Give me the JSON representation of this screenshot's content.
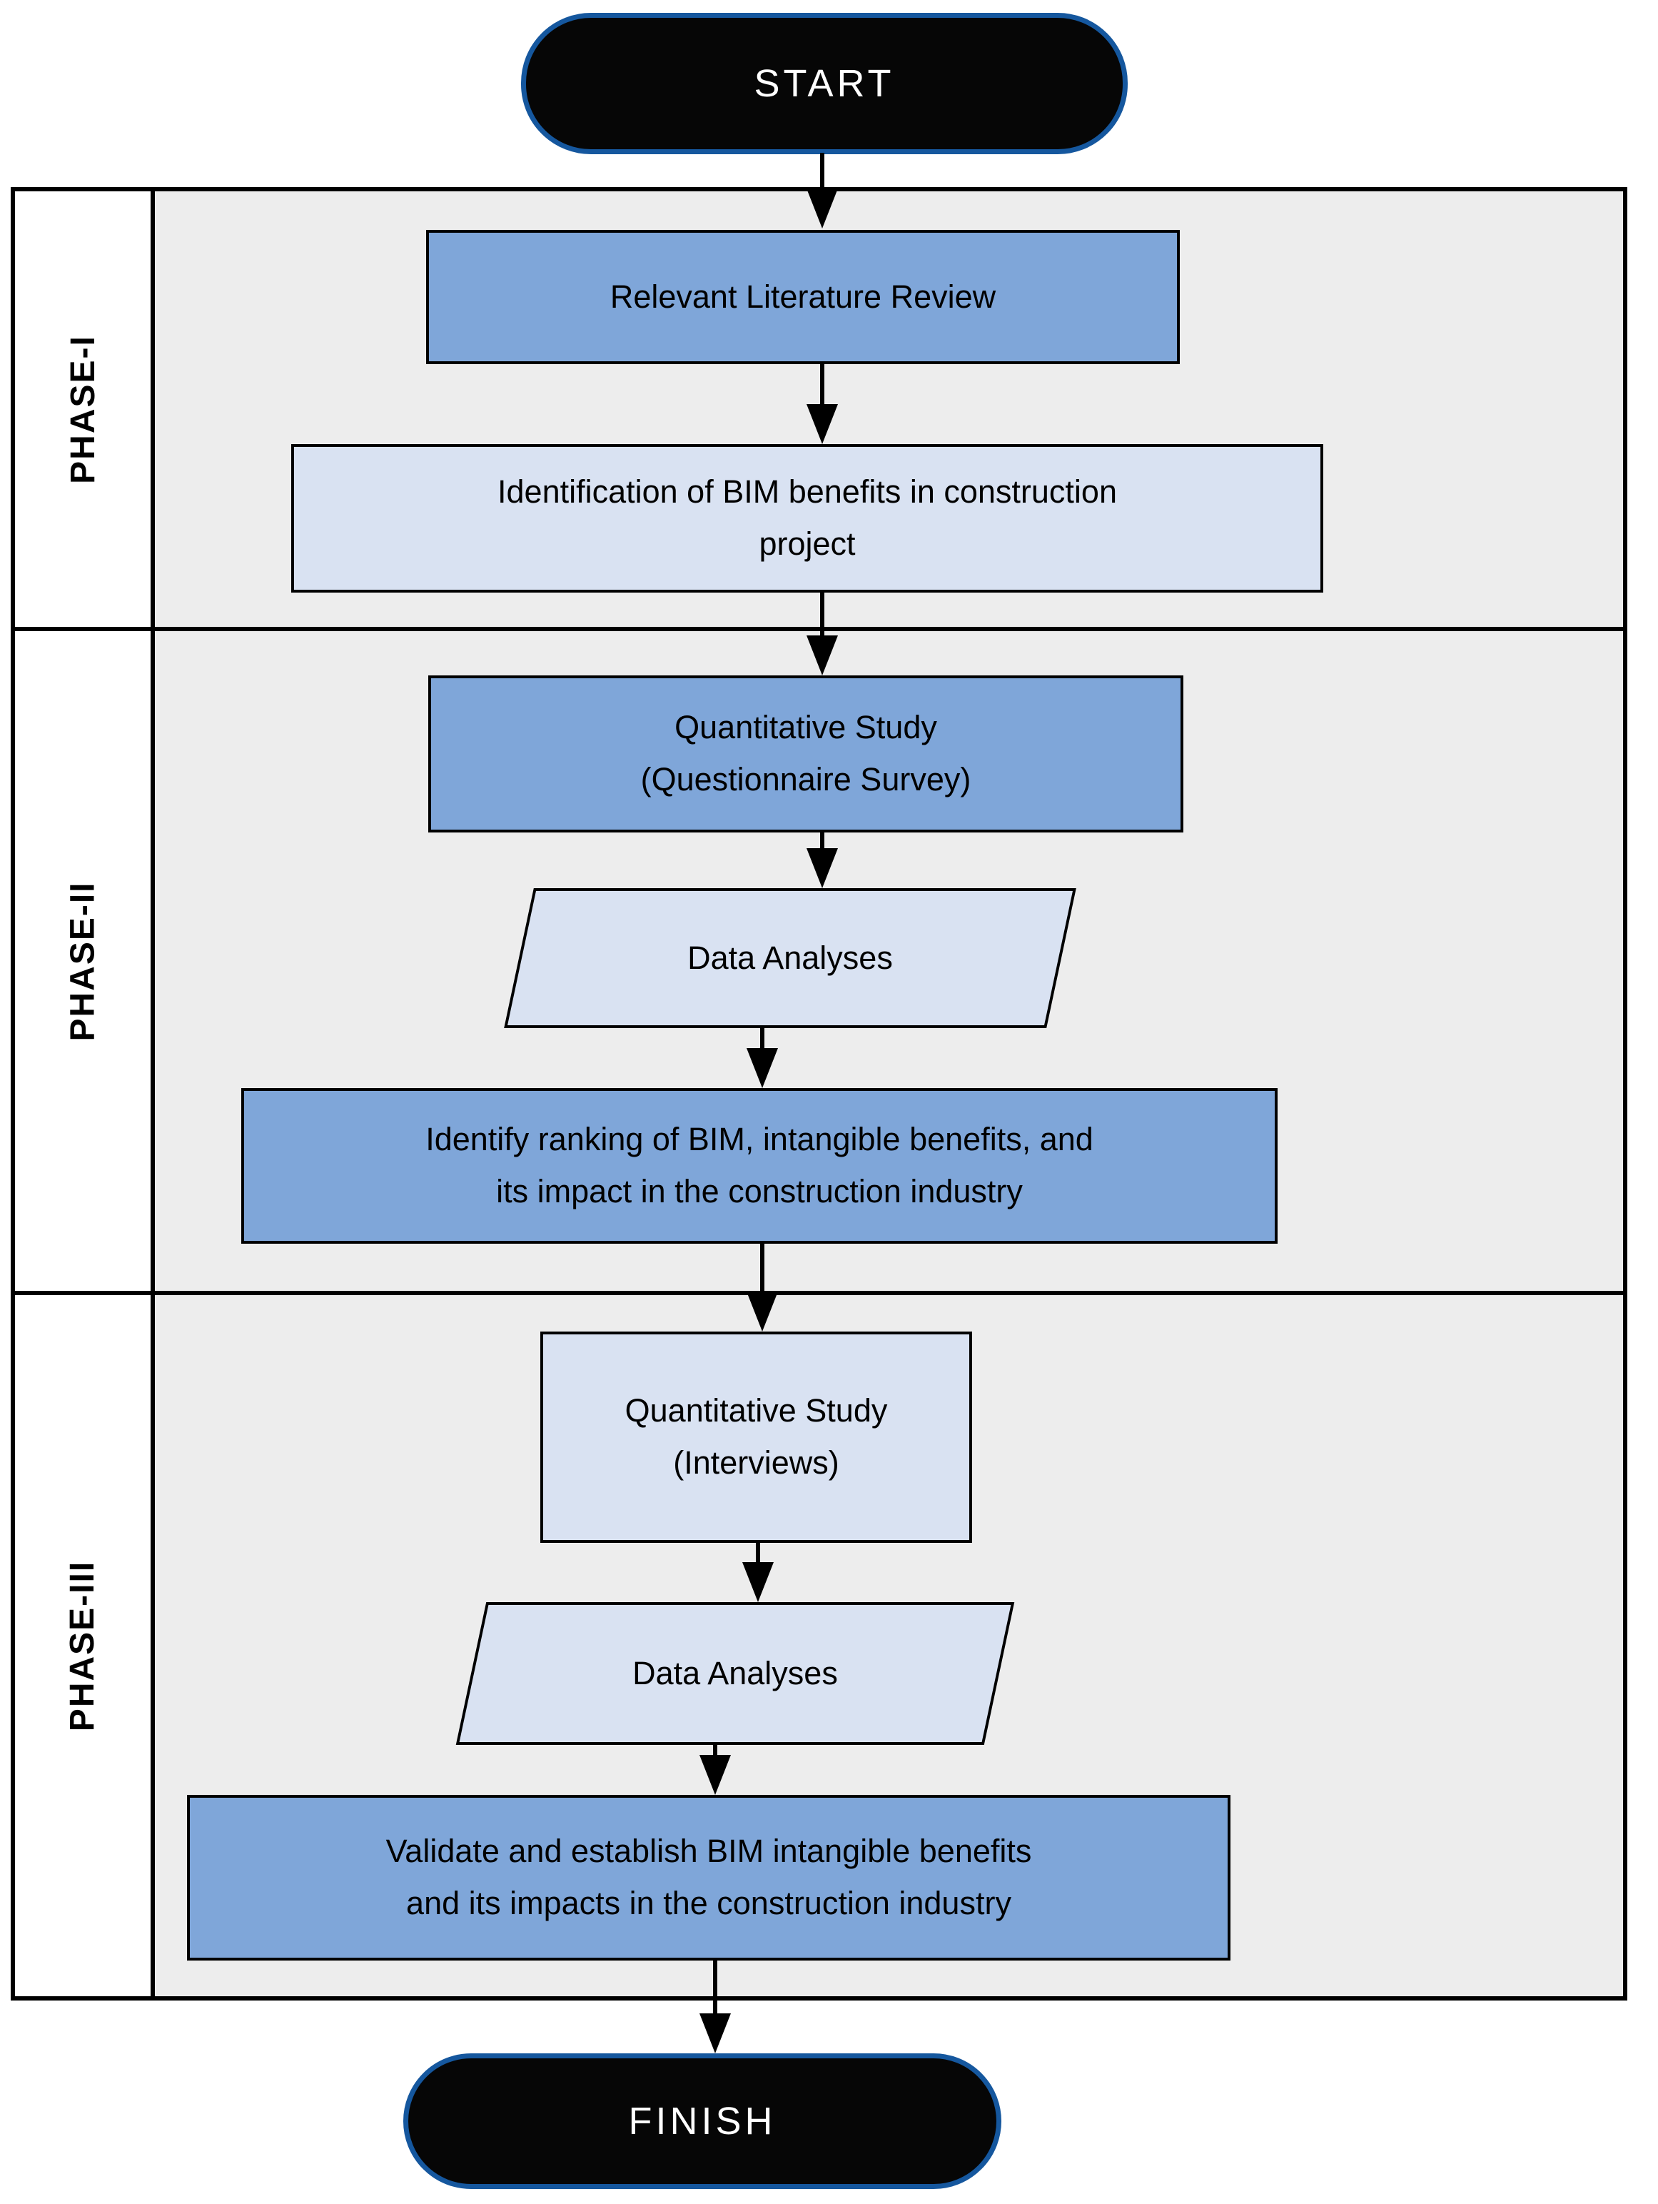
{
  "terminals": {
    "start": "START",
    "finish": "FINISH"
  },
  "phases": [
    {
      "label": "PHASE-I"
    },
    {
      "label": "PHASE-II"
    },
    {
      "label": "PHASE-III"
    }
  ],
  "nodes": {
    "lit_review": {
      "label": "Relevant Literature Review"
    },
    "identification": {
      "line1": "Identification of BIM benefits in construction",
      "line2": "project"
    },
    "quant_survey": {
      "line1": "Quantitative Study",
      "line2": "(Questionnaire Survey)"
    },
    "data_analyses_2": {
      "label": "Data Analyses"
    },
    "identify_ranking": {
      "line1": "Identify ranking of BIM, intangible benefits, and",
      "line2": "its impact in the construction industry"
    },
    "quant_interviews": {
      "line1": "Quantitative Study",
      "line2": "(Interviews)"
    },
    "data_analyses_3": {
      "label": "Data Analyses"
    },
    "validate": {
      "line1": "Validate and establish BIM intangible benefits",
      "line2": "and its impacts in the construction industry"
    }
  },
  "colors": {
    "node_blue": "#7FA6D9",
    "node_light_blue": "#D9E2F2",
    "lane_bg": "#EDEDED",
    "label_bg": "#FFFFFF",
    "terminal_fill": "#060606",
    "terminal_border": "#15579E",
    "line_black": "#000000"
  }
}
